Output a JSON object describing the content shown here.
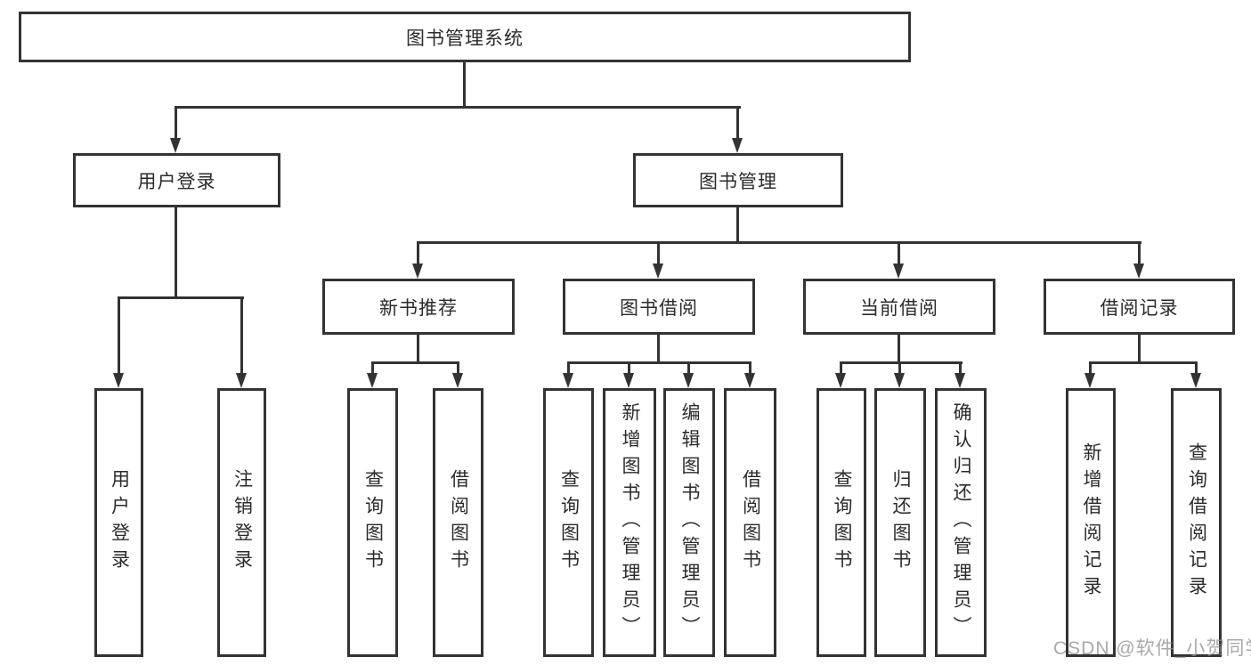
{
  "root": {
    "label": "图书管理系统"
  },
  "level2": {
    "user_login": {
      "label": "用户登录"
    },
    "book_management": {
      "label": "图书管理"
    }
  },
  "level3": {
    "new_book_recommend": {
      "label": "新书推荐"
    },
    "book_borrowing": {
      "label": "图书借阅"
    },
    "current_borrowing": {
      "label": "当前借阅"
    },
    "borrowing_records": {
      "label": "借阅记录"
    }
  },
  "leaves": {
    "user_login": [
      "用户登录",
      "注销登录"
    ],
    "new_book_recommend": [
      "查询图书",
      "借阅图书"
    ],
    "book_borrowing": [
      "查询图书",
      "新增图书（管理员）",
      "编辑图书（管理员）",
      "借阅图书"
    ],
    "current_borrowing": [
      "查询图书",
      "归还图书",
      "确认归还（管理员）"
    ],
    "borrowing_records": [
      "新增借阅记录",
      "查询借阅记录"
    ]
  },
  "watermark": "CSDN @软件_小贺同学",
  "colors": {
    "line": "#333333",
    "text": "#2b2b2b",
    "watermark": "#8c8c8c",
    "background": "#ffffff"
  }
}
